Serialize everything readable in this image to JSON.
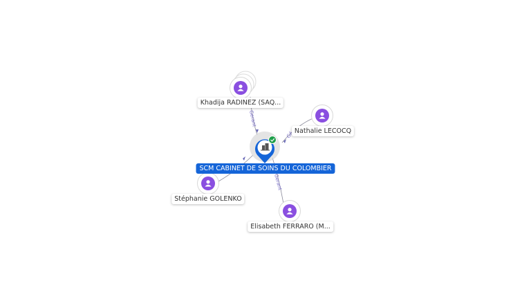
{
  "company": {
    "name": "SCM CABINET DE SOINS DU COLOMBIER",
    "status": "active",
    "icon": "building-icon",
    "status_icon": "check-icon"
  },
  "persons": [
    {
      "id": "khadija",
      "name": "Khadija RADINEZ (SAQ...",
      "role": "Gerant",
      "stacked": true
    },
    {
      "id": "nathalie",
      "name": "Nathalie LECOCQ",
      "role": "Gé",
      "stacked": false
    },
    {
      "id": "stephanie",
      "name": "Stéphanie GOLENKO",
      "role": "",
      "stacked": false
    },
    {
      "id": "elisabeth",
      "name": "Elisabeth FERRARO (M...",
      "role": "Gerant",
      "stacked": false
    }
  ],
  "colors": {
    "person": "#8a4fe0",
    "company_pin": "#1565d8",
    "status": "#1e9e4a",
    "edge": "#8a8a9a",
    "edge_label": "#7a6fc9"
  }
}
